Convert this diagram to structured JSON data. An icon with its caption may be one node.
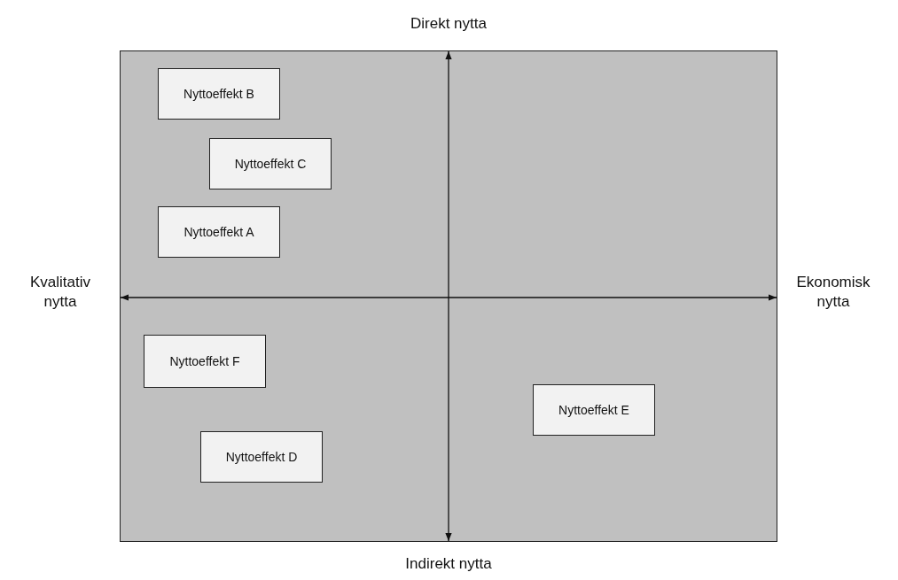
{
  "diagram": {
    "nodes": [
      {
        "text": [],
        "shape": "box"
      },
      {
        "text": [
          "Nyttoeffekt B"
        ],
        "in": 0
      },
      {
        "text": [
          "Nyttoeffekt C"
        ],
        "in": 0
      },
      {
        "text": [
          "Nyttoeffekt A"
        ],
        "in": 0
      },
      {
        "text": [
          "Nyttoeffekt F"
        ],
        "in": 0
      },
      {
        "text": [
          "Nyttoeffekt E"
        ],
        "in": 0
      },
      {
        "text": [
          "Nyttoeffekt D"
        ],
        "in": 0
      }
    ],
    "edges": [],
    "labels": [
      "Direkt nytta",
      "Kvalitativ nytta",
      "Ekonomisk nytta",
      "Indirekt nytta"
    ]
  }
}
